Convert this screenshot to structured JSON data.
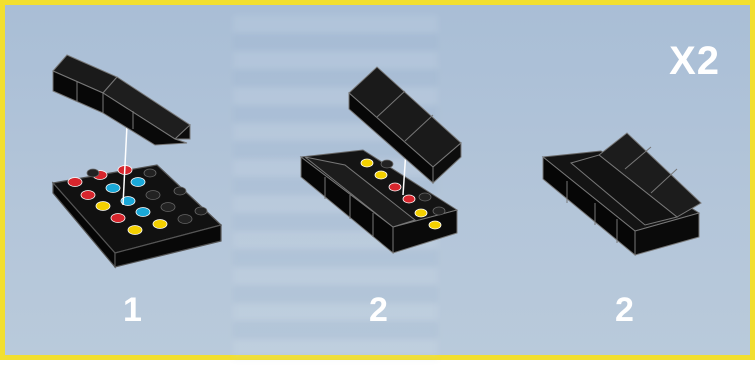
{
  "quantity_label": "X2",
  "steps": [
    {
      "number": "1"
    },
    {
      "number": "2"
    },
    {
      "number": "2"
    }
  ],
  "colors": {
    "border": "#f2df2f",
    "background": "#b0c3d8",
    "brick": "#0b0b0b",
    "stud_red": "#d7262d",
    "stud_yellow": "#f3d000",
    "stud_blue": "#1aa8d8"
  }
}
